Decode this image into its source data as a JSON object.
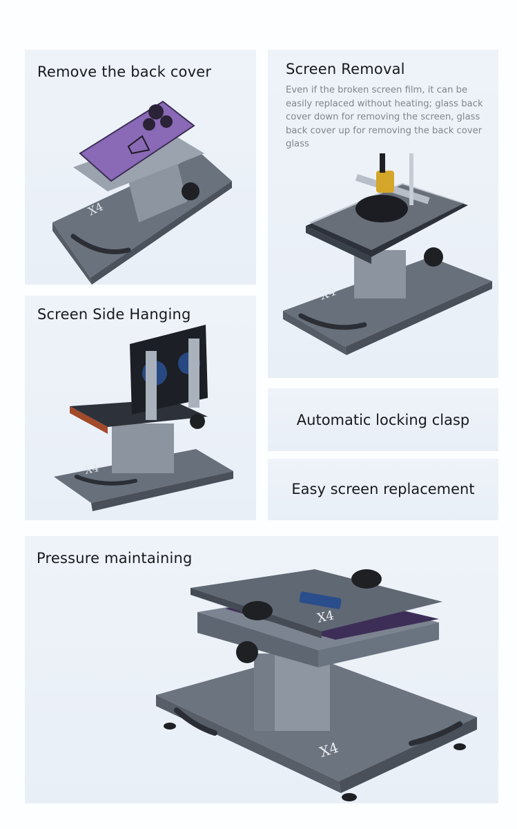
{
  "panels": {
    "remove_back_cover": {
      "title": "Remove the back cover"
    },
    "screen_removal": {
      "title": "Screen Removal",
      "description": "Even if the broken screen film, it can be easily replaced without heating; glass back cover down for removing the screen, glass back cover up for removing the back cover glass"
    },
    "screen_side_hanging": {
      "title": "Screen Side Hanging"
    },
    "automatic_locking_clasp": {
      "title": "Automatic locking clasp"
    },
    "easy_screen_replacement": {
      "title": "Easy screen replacement"
    },
    "pressure_maintaining": {
      "title": "Pressure maintaining"
    }
  },
  "product": {
    "model_mark": "X4"
  },
  "colors": {
    "panel_bg": "#ebf1f8",
    "metal_dark": "#5b636e",
    "metal_mid": "#7d8692",
    "metal_light": "#a9b1bc",
    "phone_purple": "#8c6bb8",
    "accent_blue": "#2f6fd6",
    "knob_black": "#1e2024",
    "brass": "#d4a62a"
  }
}
